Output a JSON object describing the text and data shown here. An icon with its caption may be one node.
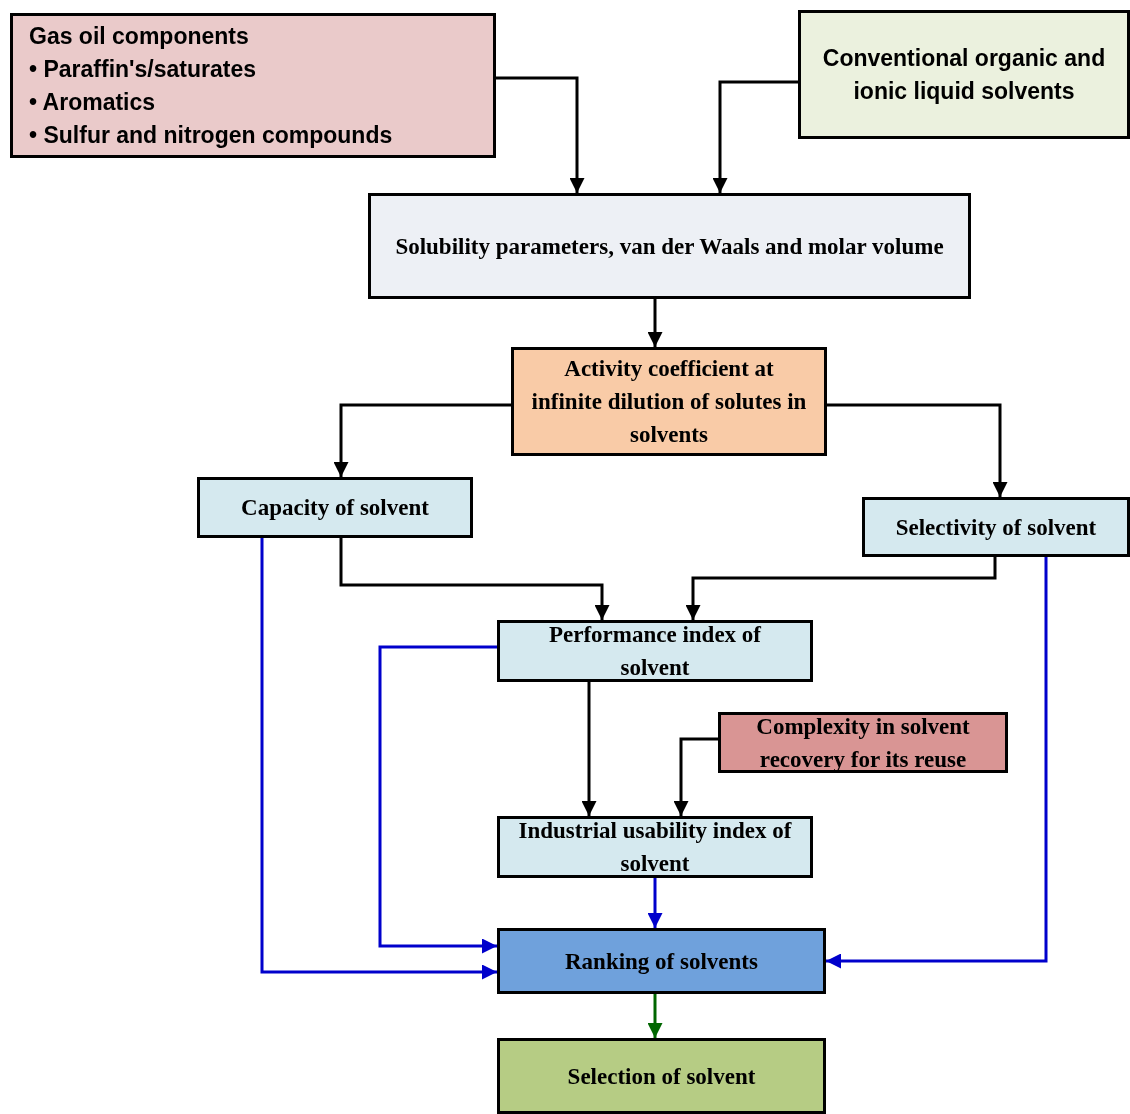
{
  "diagram": {
    "nodes": [
      {
        "text": [
          "Gas oil components",
          "• Paraffin's/saturates",
          "• Aromatics",
          "• Sulfur and nitrogen compounds"
        ]
      },
      {
        "text": [
          "Conventional organic and ionic liquid solvents"
        ]
      },
      {
        "text": [
          "Solubility parameters, van der Waals and molar volume"
        ]
      },
      {
        "text": [
          "Activity coefficient at infinite dilution of solutes in solvents"
        ]
      },
      {
        "text": [
          "Capacity of solvent"
        ]
      },
      {
        "text": [
          "Selectivity of solvent"
        ]
      },
      {
        "text": [
          "Performance index of solvent"
        ]
      },
      {
        "text": [
          "Complexity in solvent recovery for its reuse"
        ]
      },
      {
        "text": [
          "Industrial usability index of solvent"
        ]
      },
      {
        "text": [
          "Ranking of solvents"
        ]
      },
      {
        "text": [
          "Selection of solvent"
        ]
      }
    ],
    "edges": [
      {
        "from": 0,
        "to": 2,
        "arrow": "to"
      },
      {
        "from": 1,
        "to": 2,
        "arrow": "to"
      },
      {
        "from": 2,
        "to": 3,
        "arrow": "to"
      },
      {
        "from": 3,
        "to": 4,
        "arrow": "to"
      },
      {
        "from": 3,
        "to": 5,
        "arrow": "to"
      },
      {
        "from": 4,
        "to": 6,
        "arrow": "to"
      },
      {
        "from": 5,
        "to": 6,
        "arrow": "to"
      },
      {
        "from": 6,
        "to": 8,
        "arrow": "to"
      },
      {
        "from": 7,
        "to": 8,
        "arrow": "to"
      },
      {
        "from": 6,
        "to": 9,
        "arrow": "to",
        "color": "#0000cc"
      },
      {
        "from": 4,
        "to": 9,
        "arrow": "to",
        "color": "#0000cc"
      },
      {
        "from": 5,
        "to": 9,
        "arrow": "to",
        "color": "#0000cc"
      },
      {
        "from": 8,
        "to": 9,
        "arrow": "to",
        "color": "#0000cc"
      },
      {
        "from": 9,
        "to": 10,
        "arrow": "to",
        "color": "#006600"
      }
    ]
  }
}
